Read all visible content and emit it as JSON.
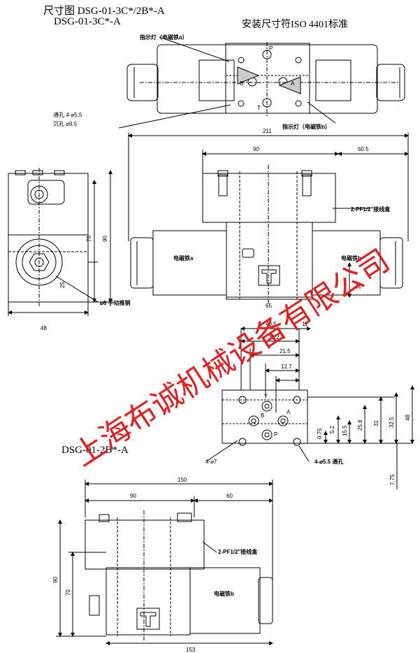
{
  "header": {
    "title": "尺寸图 DSG-01-3C*/2B*-A",
    "model_3c": "DSG-01-3C*-A",
    "standard": "安装尺寸符ISO 4401标准",
    "model_2b": "DSG-01-2B*-A"
  },
  "top_view": {
    "indicator_a": "指示灯（电磁铁a）",
    "indicator_b": "指示灯（电磁铁b）",
    "holes": "通孔  4-⌀5.5",
    "counterbore": "沉孔   ⌀9.5",
    "ports": {
      "P": "P",
      "A": "A",
      "B": "B",
      "T": "T"
    }
  },
  "front_view": {
    "dim_total": "211",
    "dim_left": "90",
    "dim_right": "60.5",
    "box_label": "2-PF1/2\"接线盒",
    "solenoid_a": "电磁铁a",
    "solenoid_b": "电磁铁b",
    "dim_center": "65",
    "dim_38": "38"
  },
  "side_view": {
    "dim_70": "70",
    "dim_90": "90",
    "dim_25": "25",
    "dim_48": "48",
    "manual": "⌀6 手动推销"
  },
  "mount_view": {
    "d40_5": "40.5",
    "d11": "11",
    "d30_2": "30.2",
    "d21_5": "21.5",
    "d12_7": "12.7",
    "d0_75": "0.75",
    "d5_2": "5.2",
    "d15_5": "15.5",
    "d25_8": "25.8",
    "d31": "31",
    "d32_5": "32.5",
    "d48": "48",
    "d7_75": "7.75",
    "holes_7": "4-⌀7",
    "holes_5_5": "4-⌀5.5 通孔",
    "ports": {
      "P": "P",
      "A": "A",
      "B": "B",
      "T": "T"
    }
  },
  "bottom_view": {
    "dim_150": "150",
    "dim_90": "90",
    "dim_60": "60",
    "box_label": "2-PF1/2\"接线盒",
    "dim_90v": "90",
    "dim_70v": "70",
    "solenoid_b": "电磁铁b",
    "dim_153": "153"
  },
  "watermark": "上海布诚机械设备有限公司"
}
